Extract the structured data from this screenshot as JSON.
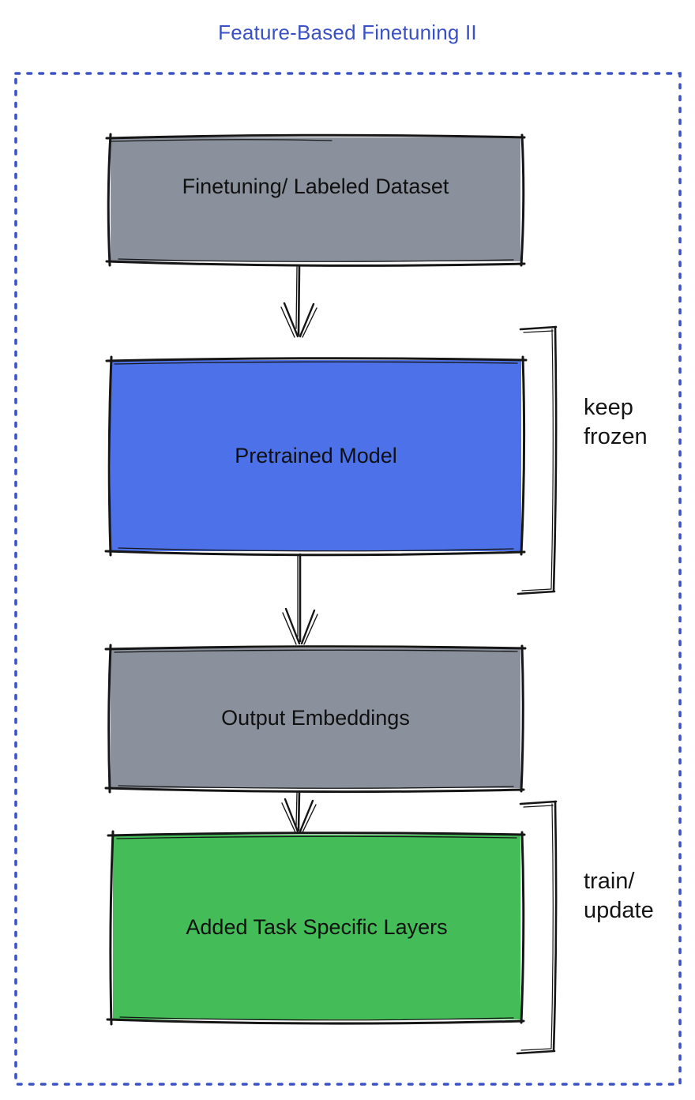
{
  "title": "Feature-Based Finetuning II",
  "colors": {
    "title": "#3A51C5",
    "frame": "#3B52C8",
    "ink": "#161616"
  },
  "nodes": [
    {
      "label": "Finetuning/ Labeled Dataset",
      "fill": "#8A919C"
    },
    {
      "label": "Pretrained Model",
      "fill": "#4C71E8"
    },
    {
      "label": "Output Embeddings",
      "fill": "#8A919C"
    },
    {
      "label": "Added Task Specific Layers",
      "fill": "#44BD58"
    }
  ],
  "annotations": [
    {
      "text": "keep\nfrozen"
    },
    {
      "text": "train/\nupdate"
    }
  ]
}
